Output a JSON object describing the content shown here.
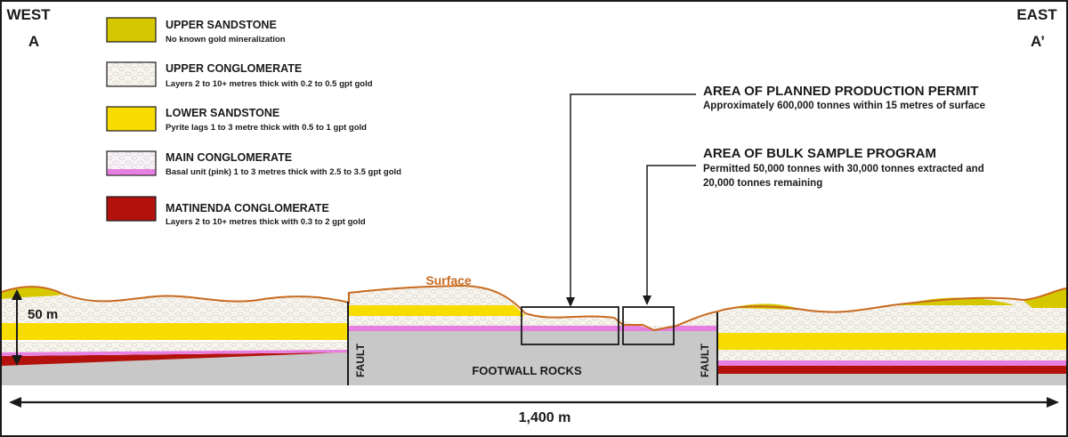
{
  "compass": {
    "west_label": "WEST",
    "west_point": "A",
    "east_label": "EAST",
    "east_point": "A’"
  },
  "legend": [
    {
      "title": "UPPER SANDSTONE",
      "desc": "No known gold mineralization",
      "color": "#d6c800"
    },
    {
      "title": "UPPER CONGLOMERATE",
      "desc": "Layers 2 to 10+ metres thick with 0.2 to 0.5 gpt gold",
      "color": "#f6f3ec"
    },
    {
      "title": "LOWER SANDSTONE",
      "desc": "Pyrite lags 1 to 3 metre thick with 0.5 to 1 gpt gold",
      "color": "#f7dc00"
    },
    {
      "title": "MAIN CONGLOMERATE",
      "desc": "Basal unit (pink) 1 to 3 metres thick with 2.5 to 3.5 gpt gold",
      "color": "#e67fe0"
    },
    {
      "title": "MATINENDA CONGLOMERATE",
      "desc": "Layers 2 to 10+ metres thick with 0.3 to 2 gpt gold",
      "color": "#b3120c"
    }
  ],
  "callouts": {
    "production": {
      "title": "AREA OF PLANNED PRODUCTION PERMIT",
      "desc": "Approximately 600,000 tonnes within 15 metres of surface"
    },
    "bulk": {
      "title": "AREA OF BULK SAMPLE PROGRAM",
      "desc_line1": "Permitted 50,000 tonnes with 30,000 tonnes extracted and",
      "desc_line2": "20,000 tonnes remaining"
    }
  },
  "section": {
    "surface_label": "Surface",
    "fault_label": "FAULT",
    "footwall_label": "FOOTWALL ROCKS",
    "thickness_scale": "50 m",
    "width_scale": "1,400 m"
  },
  "colors": {
    "surface_line": "#c86a1f",
    "footwall": "#c8c8c8",
    "outline": "#1a1a1a"
  }
}
